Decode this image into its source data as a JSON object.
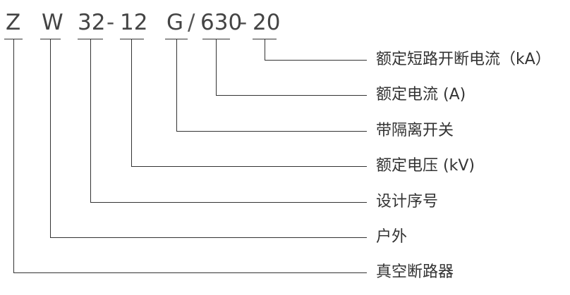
{
  "code": {
    "z": "Z",
    "w": "W",
    "n32": "32",
    "dash1": "-",
    "n12": "12",
    "g": "G",
    "slash": "/",
    "n630": "630",
    "dash2": "-",
    "n20": "20"
  },
  "labels": {
    "breaking_current": "额定短路开断电流（kA）",
    "rated_current": "额定电流 (A)",
    "isolating_switch": "带隔离开关",
    "rated_voltage": "额定电压 (kV)",
    "design_number": "设计序号",
    "outdoor": "户外",
    "vacuum_breaker": "真空断路器"
  },
  "colors": {
    "text": "#333333",
    "line": "#333333"
  }
}
